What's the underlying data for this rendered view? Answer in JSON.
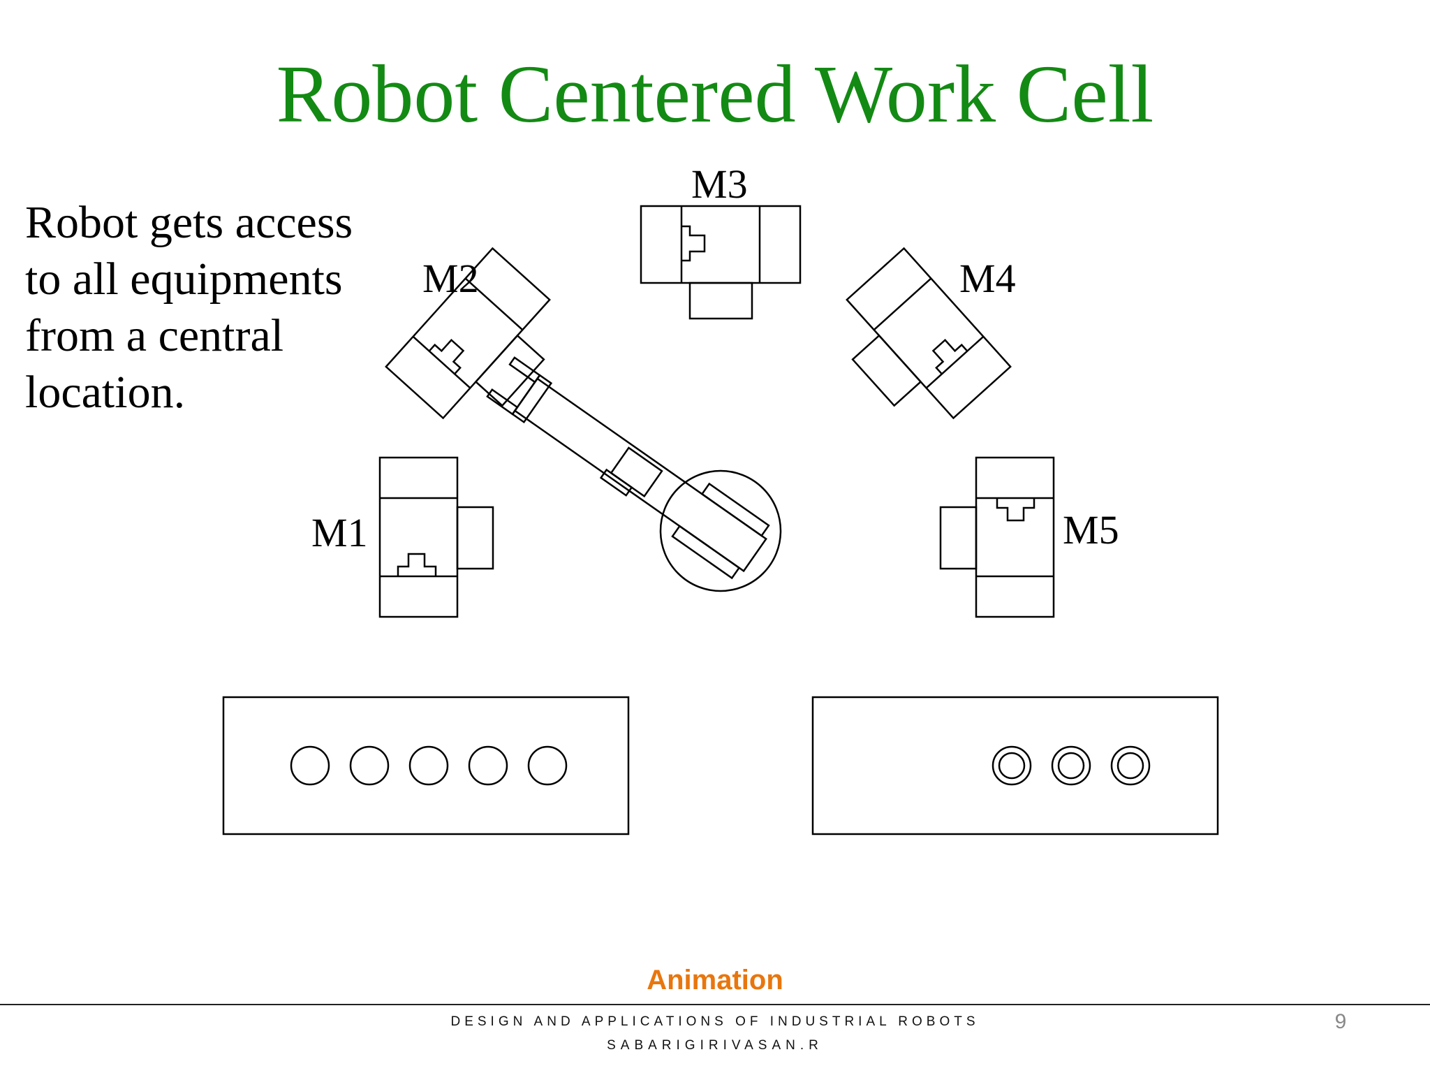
{
  "slide": {
    "title": "Robot Centered Work Cell",
    "description_lines": [
      "Robot gets access",
      "to all equipments",
      "from a central",
      "location."
    ],
    "link_label": "Animation",
    "footer_line1": "DESIGN AND APPLICATIONS OF INDUSTRIAL ROBOTS",
    "footer_line2": "SABARIGIRIVASAN.R",
    "page_number": "9"
  },
  "diagram": {
    "machines": [
      {
        "label": "M1"
      },
      {
        "label": "M2"
      },
      {
        "label": "M3"
      },
      {
        "label": "M4"
      },
      {
        "label": "M5"
      }
    ],
    "input_conveyor_parts": 5,
    "output_conveyor_parts": 3
  },
  "colors": {
    "title": "#138a13",
    "link": "#e8760e",
    "lines": "#000000"
  }
}
